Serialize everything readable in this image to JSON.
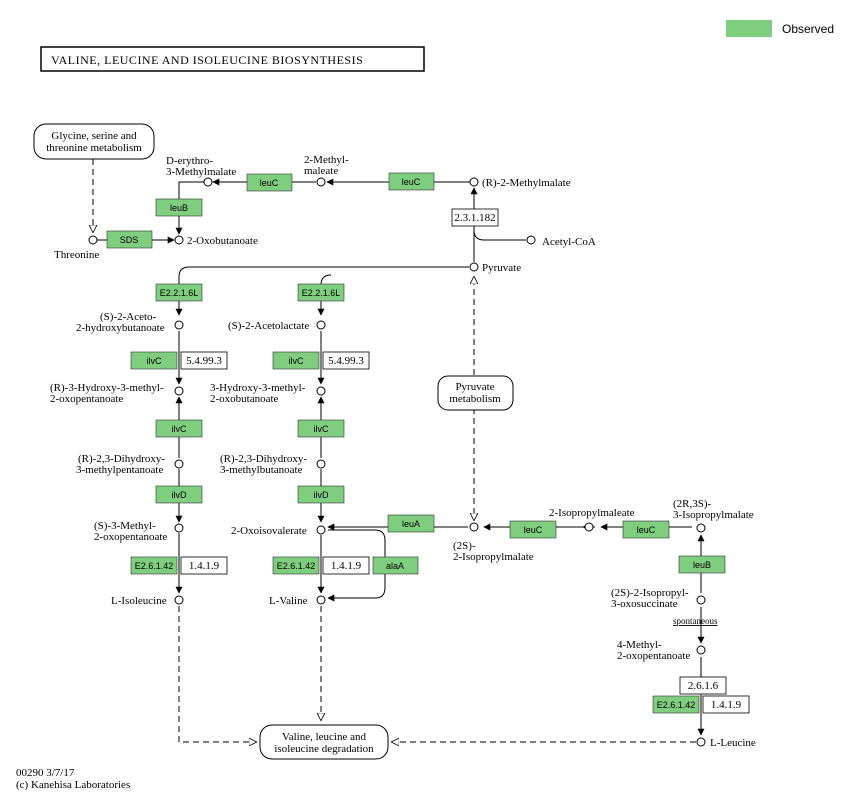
{
  "title": "VALINE, LEUCINE AND ISOLEUCINE BIOSYNTHESIS",
  "legend": {
    "label": "Observed",
    "color": "#7fce7f"
  },
  "footer": {
    "map_id": "00290 3/7/17",
    "credit": "(c) Kanehisa Laboratories"
  },
  "colors": {
    "enzyme": "#7fce7f",
    "line": "#000000"
  },
  "pathways": {
    "glycine": [
      "Glycine, serine and",
      "threonine metabolism"
    ],
    "pyruvate": [
      "Pyruvate",
      "metabolism"
    ],
    "degradation": [
      "Valine, leucine and",
      "isoleucine degradation"
    ]
  },
  "compounds": {
    "d_erythro": [
      "D-erythro-",
      "3-Methylmalate"
    ],
    "methylmaleate": [
      "2-Methyl-",
      "maleate"
    ],
    "r_methylmalate": "(R)-2-Methylmalate",
    "threonine": "Threonine",
    "oxobutanoate": "2-Oxobutanoate",
    "acetyl_coa": "Acetyl-CoA",
    "pyruvate": "Pyruvate",
    "aceto_hydroxy": [
      "(S)-2-Aceto-",
      "2-hydroxybutanoate"
    ],
    "acetolactate": "(S)-2-Acetolactate",
    "r_hydroxy_methyl": [
      "(R)-3-Hydroxy-3-methyl-",
      "2-oxopentanoate"
    ],
    "hydroxy_methyl": [
      "3-Hydroxy-3-methyl-",
      "2-oxobutanoate"
    ],
    "r_dihydroxy_pent": [
      "(R)-2,3-Dihydroxy-",
      "3-methylpentanoate"
    ],
    "r_dihydroxy_but": [
      "(R)-2,3-Dihydroxy-",
      "3-methylbutanoate"
    ],
    "s_methyl_oxo": [
      "(S)-3-Methyl-",
      "2-oxopentanoate"
    ],
    "oxoisovalerate": "2-Oxoisovalerate",
    "l_isoleucine": "L-Isoleucine",
    "l_valine": "L-Valine",
    "isopropylmalate_2s": [
      "(2S)-",
      "2-Isopropylmalate"
    ],
    "isopropylmaleate": "2-Isopropylmaleate",
    "isopropylmalate_2r3s": [
      "(2R,3S)-",
      "3-Isopropylmalate"
    ],
    "isopropyl_oxosucc": [
      "(2S)-2-Isopropyl-",
      "3-oxosuccinate"
    ],
    "spontaneous": "spontaneous",
    "methyl_oxopentanoate": [
      "4-Methyl-",
      "2-oxopentanoate"
    ],
    "l_leucine": "L-Leucine"
  },
  "enzymes": {
    "leuC_1": "leuC",
    "leuC_2": "leuC",
    "leuB_1": "leuB",
    "sds": "SDS",
    "e2216_1": "E2.2.1.6L",
    "e2216_2": "E2.2.1.6L",
    "ilvC_1": "ilvC",
    "ilvC_2": "ilvC",
    "ilvC_3": "ilvC",
    "ilvC_4": "ilvC",
    "ilvD_1": "ilvD",
    "ilvD_2": "ilvD",
    "leuA": "leuA",
    "leuC_3": "leuC",
    "leuC_4": "leuC",
    "leuB_2": "leuB",
    "e26142_1": "E2.6.1.42",
    "e26142_2": "E2.6.1.42",
    "e26142_3": "E2.6.1.42",
    "alaA": "alaA"
  },
  "ec_numbers": {
    "ec23182": "2.3.1.182",
    "ec54993_1": "5.4.99.3",
    "ec54993_2": "5.4.99.3",
    "ec1419_1": "1.4.1.9",
    "ec1419_2": "1.4.1.9",
    "ec1419_3": "1.4.1.9",
    "ec2616": "2.6.1.6"
  }
}
